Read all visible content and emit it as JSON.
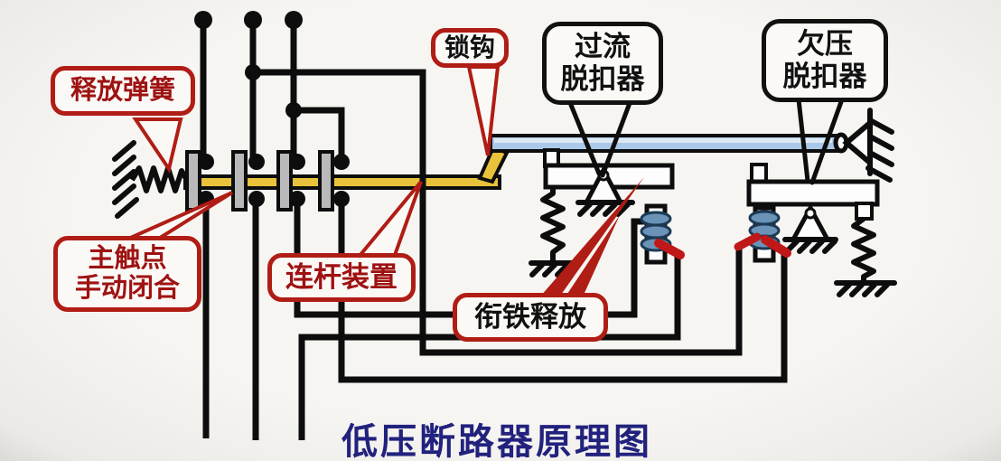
{
  "title": {
    "text": "低压断路器原理图"
  },
  "labels": {
    "release_spring": {
      "text": "释放弹簧"
    },
    "main_contact": {
      "line1": "主触点",
      "line2": "手动闭合"
    },
    "linkage": {
      "text": "连杆装置"
    },
    "lock_hook": {
      "text": "锁钩"
    },
    "overcurrent": {
      "line1": "过流",
      "line2": "脱扣器"
    },
    "undervoltage": {
      "line1": "欠压",
      "line2": "脱扣器"
    },
    "armature_release": {
      "text": "衔铁释放"
    }
  },
  "colors": {
    "callout_border_red": "#b01d15",
    "callout_text_red": "#9e1212",
    "callout_black": "#111111",
    "title_navy": "#22227e",
    "bar_yellow": "#e9c23c",
    "bar_blue": "#aac9e8",
    "bar_blue_highlight": "#dce9f5",
    "contact_plate_gray": "#b9b9b9",
    "coil_steel_blue": "#6b93b8",
    "armature_red": "#c01818",
    "wire_black": "#0d0d0d"
  }
}
